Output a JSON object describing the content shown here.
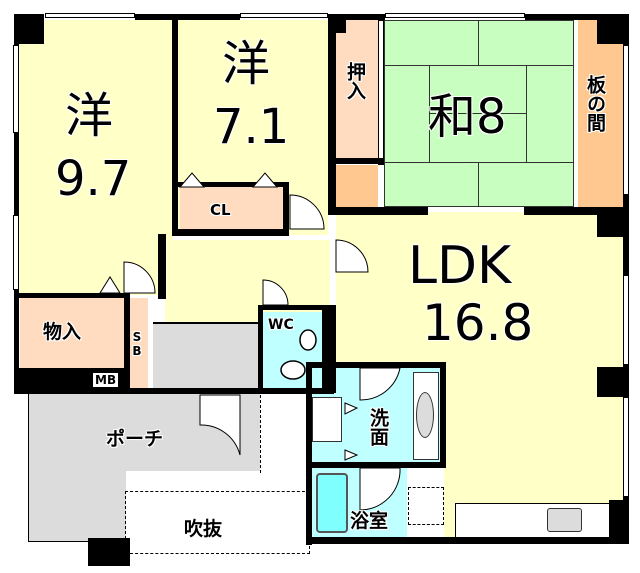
{
  "floor_plan": {
    "colors": {
      "western_room": "#FFFFC8",
      "tatami": "#C8FFC0",
      "storage": "#FFDCC0",
      "wood_floor": "#FFC890",
      "wet_area": "#C0FFFF",
      "bathtub": "#80FFFF",
      "porch": "#DCDCDC",
      "wall": "#000000"
    },
    "rooms": [
      {
        "id": "western-room-1",
        "type": "洋",
        "size": "9.7"
      },
      {
        "id": "western-room-2",
        "type": "洋",
        "size": "7.1"
      },
      {
        "id": "japanese-room",
        "type": "和",
        "size": "8"
      },
      {
        "id": "ldk",
        "type": "LDK",
        "size": "16.8"
      }
    ],
    "labels": {
      "closet": "CL",
      "oshiire": "押入",
      "itanoma": "板の間",
      "storage": "物入",
      "shoe_box": "SB",
      "meter_box": "MB",
      "toilet": "WC",
      "washroom": "洗面",
      "bathroom": "浴室",
      "porch": "ポーチ",
      "atrium": "吹抜"
    }
  }
}
